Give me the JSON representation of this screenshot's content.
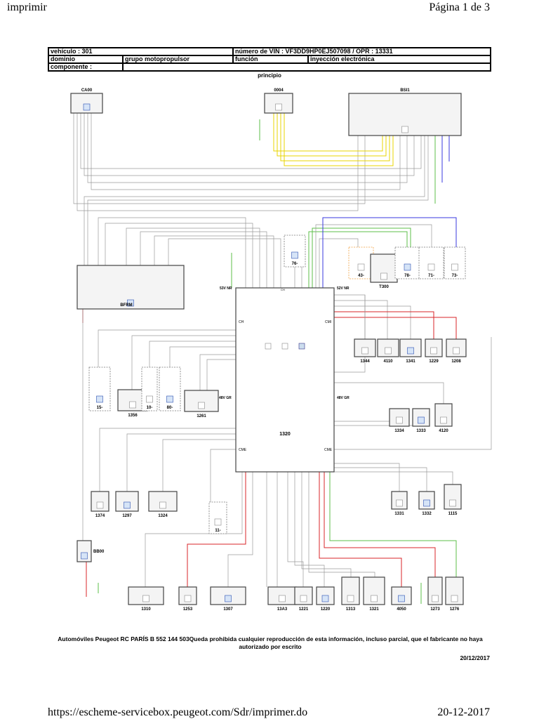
{
  "browser_header": {
    "left": "imprimir",
    "right": "Página 1 de 3"
  },
  "info_table": {
    "vehicle": "vehículo : 301",
    "vin": "número de VIN : VF3DD9HP0EJ507098 / OPR : 13331",
    "domain_label": "dominio",
    "domain_value": "grupo motopropulsor",
    "function_label": "función",
    "function_value": "inyección electrónica",
    "component_label": "componente :",
    "component_value": ""
  },
  "diagram_title": "principio",
  "diagram": {
    "wire_colors": {
      "default": "#9a9a9a",
      "yellow": "#e8d400",
      "green": "#5cbf4a",
      "blue": "#3a3adf",
      "red": "#d8262a",
      "orange": "#f0a040"
    },
    "ecu": {
      "id": "1320",
      "labels": [
        "53V NR",
        "52V NR",
        "CH",
        "CMI",
        "48V GR",
        "48V GR",
        "CME",
        "CME",
        "CH"
      ]
    },
    "components": [
      "CA00",
      "0004",
      "BSI1",
      "BFRM",
      "1344",
      "4110",
      "1341",
      "1229",
      "1208",
      "15-",
      "1356",
      "10-",
      "80-",
      "1261",
      "1334",
      "1333",
      "4120",
      "1374",
      "1297",
      "1324",
      "1331",
      "1332",
      "1115",
      "11-",
      "BB00",
      "1310",
      "1253",
      "1307",
      "13A3",
      "1221",
      "1220",
      "1313",
      "1321",
      "4050",
      "1273",
      "1276",
      "76-",
      "43-",
      "T300",
      "78-",
      "71-",
      "73-"
    ]
  },
  "footer": {
    "copyright": "Automóviles Peugeot RC PARÍS B 552 144 503Queda prohibida cualquier reproducción de esta información, incluso parcial, que el fabricante no haya autorizado por escrito",
    "date": "20/12/2017"
  },
  "browser_footer": {
    "url": "https://escheme-servicebox.peugeot.com/Sdr/imprimer.do",
    "date": "20-12-2017"
  }
}
